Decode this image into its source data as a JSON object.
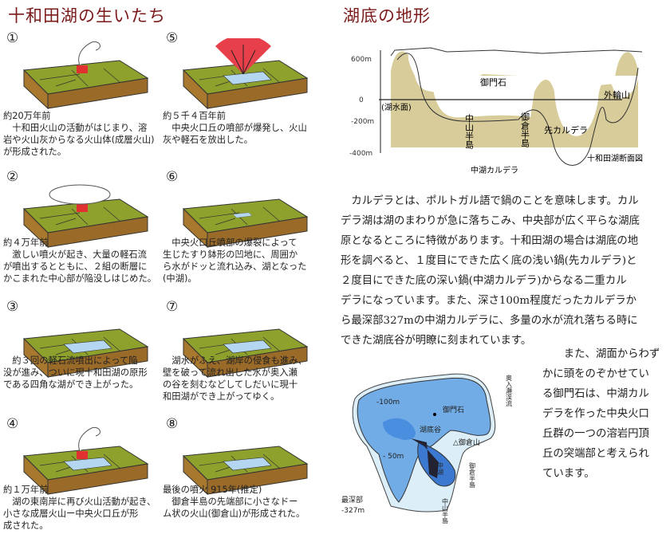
{
  "left": {
    "title": "十和田湖の生いたち",
    "panels": [
      {
        "num": "①",
        "caption": "約20万年前\n　十和田火山の活動がはじまり、溶\n岩や火山灰からなる火山体(成層火山)\nが形成された。",
        "type": "cone"
      },
      {
        "num": "②",
        "caption": "約４万年前\n　激しい噴火が起き、大量の軽石流\nが噴出するとともに、２組の断層に\nかこまれた中心部が陥没しはじめた。",
        "type": "cloud"
      },
      {
        "num": "③",
        "caption": "　約３回の軽石流噴出によって陥\n没が進み、ついに現十和田湖の原形\nである四角な湖ができ上がった。",
        "type": "lake"
      },
      {
        "num": "④",
        "caption": "約１万年前\n　湖の東南岸に再び火山活動が起き、\n小さな成層火山ー中央火口丘が形\n成された。",
        "type": "lakecone"
      },
      {
        "num": "⑤",
        "caption": "約５千４百年前\n　中央火口丘の噴部が爆発し、火山\n灰や軽石を放出した。",
        "type": "blast"
      },
      {
        "num": "⑥",
        "caption": "　中央火口丘噴部の爆裂によって\n生じたすり鉢形の凹地に、周囲か\nら水がドッと流れ込み、湖となった\n(中湖)。",
        "type": "crater"
      },
      {
        "num": "⑦",
        "caption": "　湖水がふえ、湖岸の侵食も進み、\n壁を破って流れ出した水が奥入瀬\nの谷を刻むなどしてしだいに現十\n和田湖ができ上がってゆく。",
        "type": "lake2"
      },
      {
        "num": "⑧",
        "caption": "最後の噴火 915年(推定)\n　御倉半島の先端部に小さなドー\nム状の火山(御倉山)が形成された。",
        "type": "lake3"
      }
    ]
  },
  "right": {
    "title": "湖底の地形",
    "section": {
      "y_labels": [
        "600m",
        "0",
        "-200m",
        "-400m"
      ],
      "lake_surface": "(湖水面)",
      "labels": {
        "gomon": "御門石",
        "outer": "外輪山",
        "nakayama": "中山半島",
        "mikura": "御倉半島",
        "saki": "先カルデラ",
        "caption": "十和田湖断面図",
        "nakaumi": "中湖カルデラ"
      }
    },
    "paragraph": "　カルデラとは、ポルトガル語で鍋のことを意味します。カル\nデラ湖は湖のまわりが急に落ちこみ、中央部が広く平らな湖底\n原となるところに特徴があります。十和田湖の場合は湖底の地\n形を調べると、１度目にできた広く底の浅い鍋(先カルデラ)と\n２度目にできた底の深い鍋(中湖カルデラ)からなる二重カル\nデラになっています。また、深さ100m程度だったカルデラか\nら最深部327mの中湖カルデラに、多量の水が流れ落ちる時に\nできた湖底谷が明瞭に刻まれています。",
    "paragraph2": "　　また、湖面からわず\nかに頭をのぞかせてい\nる御門石は、中湖カル\nデラを作った中央火口\n丘群の一つの溶岩円頂\n丘の突端部と考えられ\nています。",
    "map": {
      "d100": "-100m",
      "d50": "- 50m",
      "gomon": "御門石",
      "valley": "湖底谷",
      "mikurayama": "△御倉山",
      "nakaumi": "中湖",
      "mikura_hanto": "御倉半島",
      "nakayama_hanto": "中山半島",
      "oirase": "奥入瀬渓流",
      "deepest": "最深部",
      "deepest_val": "-327m"
    }
  }
}
